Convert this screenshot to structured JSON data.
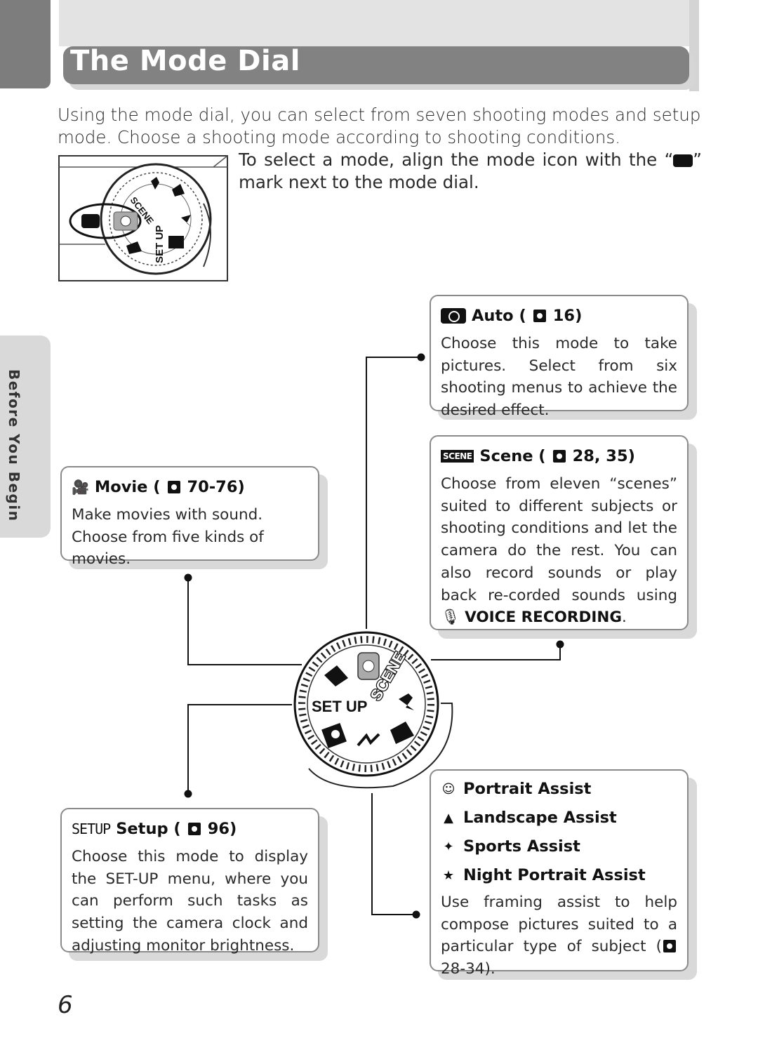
{
  "page": {
    "title": "The Mode Dial",
    "side_tab": "Before You Begin",
    "page_number": "6"
  },
  "intro": {
    "line1": "Using the mode dial, you can select from seven shooting modes and setup mode. Choose a shooting mode according to shooting conditions.",
    "line2_a": "To select a mode, align the mode icon with the “",
    "line2_b": "” mark next to the mode dial."
  },
  "dial_labels": {
    "scene": "SCENE",
    "setup": "SET UP"
  },
  "auto": {
    "title": "Auto (",
    "ref": "16)",
    "body": "Choose this mode to take pictures. Select from six shooting menus to achieve the desired effect."
  },
  "scene": {
    "icon_text": "SCENE",
    "title": "Scene (",
    "ref": "28, 35)",
    "body_a": "Choose from eleven “scenes” suited to different subjects or shooting conditions and let the camera do the rest. You can also record sounds or play back re-corded sounds using",
    "body_bold": "VOICE RECORDING",
    "body_end": "."
  },
  "movie": {
    "title": "Movie (",
    "ref": "70-76)",
    "body": "Make movies with sound. Choose from five kinds of movies."
  },
  "setup": {
    "icon_text": "SETUP",
    "title": "Setup (",
    "ref": "96)",
    "body": "Choose this mode to display the SET-UP menu, where you can perform such tasks as setting the camera clock and adjusting monitor brightness."
  },
  "assist": {
    "items": [
      {
        "icon": "portrait-icon",
        "label": "Portrait Assist"
      },
      {
        "icon": "landscape-icon",
        "label": "Landscape Assist"
      },
      {
        "icon": "sports-icon",
        "label": "Sports Assist"
      },
      {
        "icon": "night-portrait-icon",
        "label": "Night Portrait Assist"
      }
    ],
    "body_a": "Use framing assist to help compose pictures suited to a particular type of subject (",
    "body_ref": "28-34)."
  }
}
